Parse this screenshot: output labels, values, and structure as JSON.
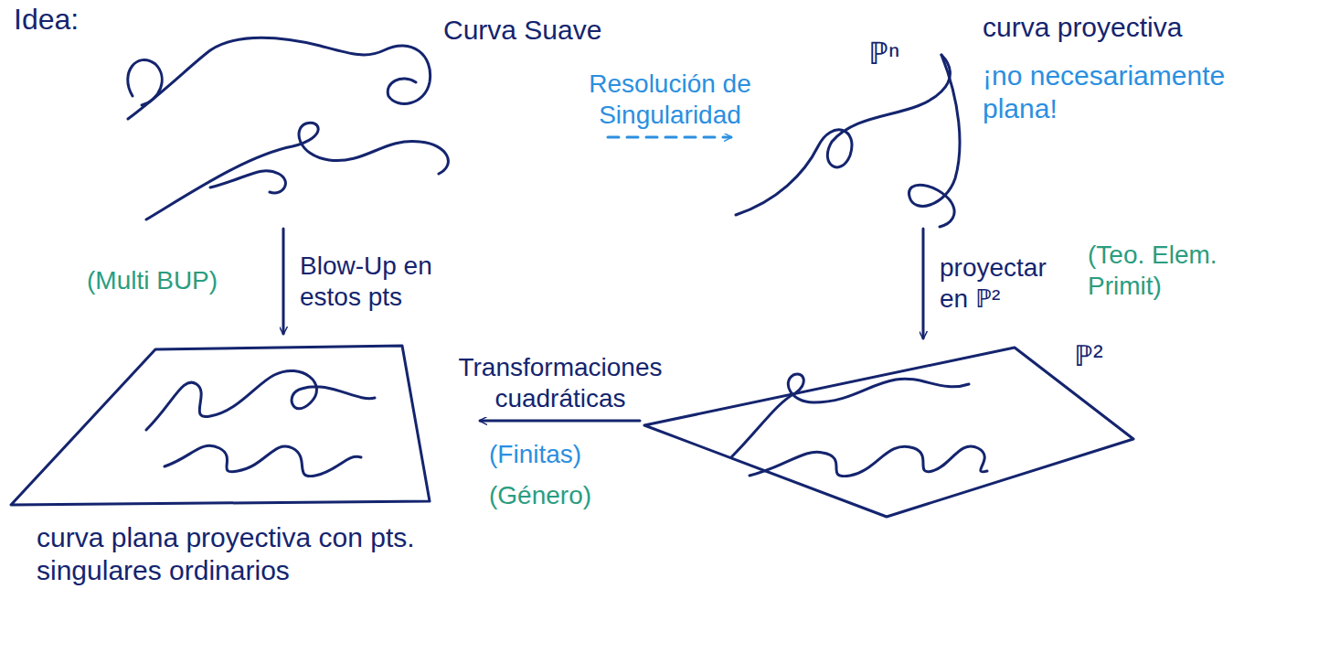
{
  "diagram": {
    "title": "Idea:",
    "nodes": [
      {
        "text": [
          "Curva Suave"
        ]
      },
      {
        "text": [
          "ℙⁿ",
          "curva proyectiva",
          "¡no necesariamente plana!"
        ]
      },
      {
        "text": [
          "ℙ²"
        ]
      },
      {
        "text": [
          "curva plana proyectiva con pts. singulares ordinarios"
        ]
      }
    ],
    "edges": [
      {
        "from": 0,
        "to": 1,
        "arrow": "to",
        "label": "Resolución de Singularidad"
      },
      {
        "from": 0,
        "to": 3,
        "arrow": "to",
        "label": "Blow-Up en estos pts"
      },
      {
        "from": 1,
        "to": 2,
        "arrow": "to",
        "label": "proyectar en ℙ²"
      },
      {
        "from": 2,
        "to": 3,
        "arrow": "to",
        "label": "Transformaciones cuadráticas"
      }
    ],
    "labels": [
      "(Multi BUP)",
      "(Teo. Elem. Primit)",
      "(Finitas)",
      "(Género)"
    ]
  }
}
